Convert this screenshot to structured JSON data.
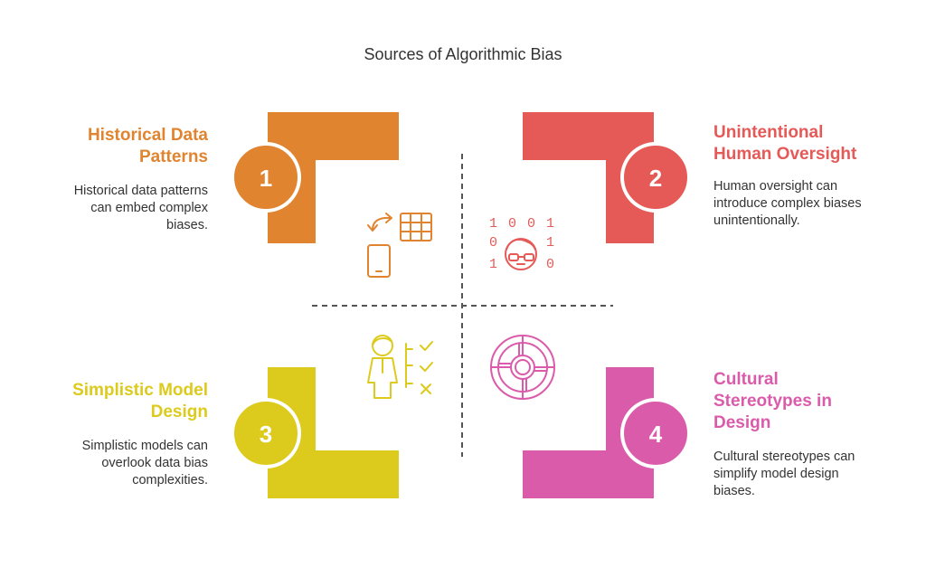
{
  "title": "Sources of Algorithmic Bias",
  "colors": {
    "orange": "#E08430",
    "red": "#E55A57",
    "yellow": "#DCCB1C",
    "pink": "#DB5BAB",
    "divider": "#555555"
  },
  "quadrants": [
    {
      "number": "1",
      "heading_lines": [
        "Historical Data",
        "Patterns"
      ],
      "desc_lines": [
        "Historical data patterns",
        "can embed complex",
        "biases."
      ],
      "color": "#E08430",
      "icon": "data-transfer-icon"
    },
    {
      "number": "2",
      "heading_lines": [
        "Unintentional",
        "Human Oversight"
      ],
      "desc_lines": [
        "Human oversight can",
        "introduce complex biases",
        "unintentionally."
      ],
      "color": "#E55A57",
      "icon": "person-binary-icon",
      "binary": [
        "1",
        "0",
        "0",
        "1",
        "0",
        "1",
        "1",
        "0"
      ]
    },
    {
      "number": "3",
      "heading_lines": [
        "Simplistic Model",
        "Design"
      ],
      "desc_lines": [
        "Simplistic models can",
        "overlook data bias",
        "complexities."
      ],
      "color": "#DCCB1C",
      "icon": "person-checklist-icon"
    },
    {
      "number": "4",
      "heading_lines": [
        "Cultural",
        "Stereotypes in",
        "Design"
      ],
      "desc_lines": [
        "Cultural stereotypes can",
        "simplify model design",
        "biases."
      ],
      "color": "#DB5BAB",
      "icon": "target-icon"
    }
  ]
}
